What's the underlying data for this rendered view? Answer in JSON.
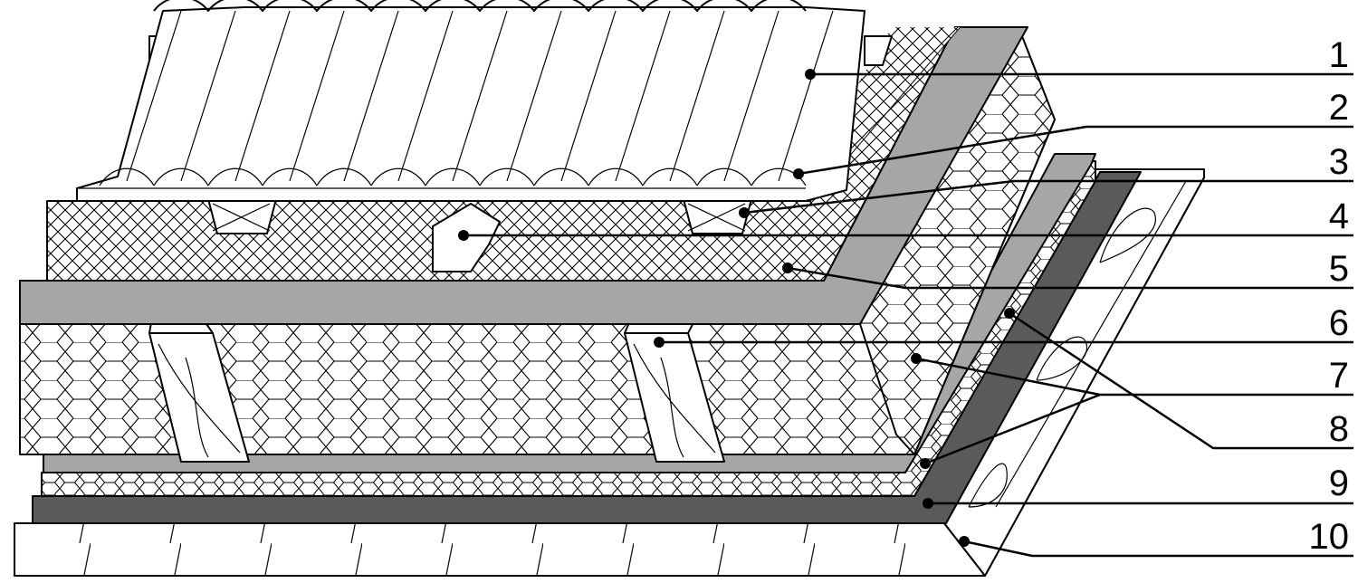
{
  "figure": {
    "labels": [
      "1",
      "2",
      "3",
      "4",
      "5",
      "6",
      "7",
      "8",
      "9",
      "10"
    ],
    "colors": {
      "light_gray": "#a6a6a6",
      "dark_gray": "#5a5a5a",
      "white": "#ffffff",
      "line": "#000000"
    }
  }
}
